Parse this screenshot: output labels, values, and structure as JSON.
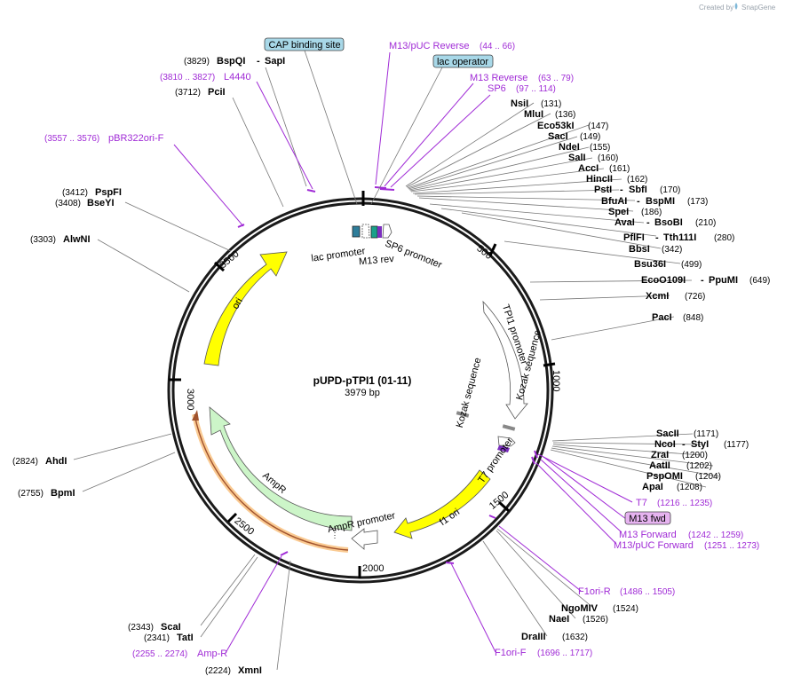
{
  "credit": {
    "created_by": "Created by",
    "brand": "SnapGene"
  },
  "plasmid": {
    "name": "pUPD-pTPI1 (01-11)",
    "size": "3979 bp"
  },
  "ticks": [
    "500",
    "1000",
    "1500",
    "2000",
    "2500",
    "3000",
    "3500"
  ],
  "boxed_labels": {
    "cap_binding_site": "CAP binding site",
    "lac_operator": "lac operator",
    "m13_fwd": "M13 fwd"
  },
  "features": {
    "lac_promoter": "lac promoter",
    "m13_rev": "M13 rev",
    "sp6_promoter": "SP6 promoter",
    "tpi1_promoter": "TPI1 promoter",
    "kozak_1": "Kozak sequence",
    "kozak_2": "Kozak sequence",
    "t7_promoter": "T7 promoter",
    "f1_ori": "f1 ori",
    "ampr_promoter": "AmpR promoter",
    "ampr": "AmpR",
    "ori": "ori"
  },
  "enzymes": [
    {
      "name": "BspQI",
      "name2": "SapI",
      "pos": "(3829)"
    },
    {
      "name": "PciI",
      "pos": "(3712)"
    },
    {
      "name": "PspFI",
      "pos": "(3412)"
    },
    {
      "name": "BseYI",
      "pos": "(3408)"
    },
    {
      "name": "AlwNI",
      "pos": "(3303)"
    },
    {
      "name": "AhdI",
      "pos": "(2824)"
    },
    {
      "name": "BpmI",
      "pos": "(2755)"
    },
    {
      "name": "ScaI",
      "pos": "(2343)"
    },
    {
      "name": "TatI",
      "pos": "(2341)"
    },
    {
      "name": "XmnI",
      "pos": "(2224)"
    },
    {
      "name": "NsiI",
      "pos": "(131)"
    },
    {
      "name": "MluI",
      "pos": "(136)"
    },
    {
      "name": "Eco53kI",
      "pos": "(147)"
    },
    {
      "name": "SacI",
      "pos": "(149)"
    },
    {
      "name": "NdeI",
      "pos": "(155)"
    },
    {
      "name": "SalI",
      "pos": "(160)"
    },
    {
      "name": "AccI",
      "pos": "(161)"
    },
    {
      "name": "HincII",
      "pos": "(162)"
    },
    {
      "name": "PstI",
      "name2": "SbfI",
      "pos": "(170)"
    },
    {
      "name": "BfuAI",
      "name2": "BspMI",
      "pos": "(173)"
    },
    {
      "name": "SpeI",
      "pos": "(186)"
    },
    {
      "name": "AvaI",
      "name2": "BsoBI",
      "pos": "(210)"
    },
    {
      "name": "PflFI",
      "name2": "Tth111I",
      "pos": "(280)"
    },
    {
      "name": "BbsI",
      "pos": "(342)"
    },
    {
      "name": "Bsu36I",
      "pos": "(499)"
    },
    {
      "name": "EcoO109I",
      "name2": "PpuMI",
      "pos": "(649)"
    },
    {
      "name": "XcmI",
      "pos": "(726)"
    },
    {
      "name": "PacI",
      "pos": "(848)"
    },
    {
      "name": "SacII",
      "pos": "(1171)"
    },
    {
      "name": "NcoI",
      "name2": "StyI",
      "pos": "(1177)"
    },
    {
      "name": "ZraI",
      "pos": "(1200)"
    },
    {
      "name": "AatII",
      "pos": "(1202)"
    },
    {
      "name": "PspOMI",
      "pos": "(1204)"
    },
    {
      "name": "ApaI",
      "pos": "(1208)"
    },
    {
      "name": "NgoMIV",
      "pos": "(1524)"
    },
    {
      "name": "NaeI",
      "pos": "(1526)"
    },
    {
      "name": "DraIII",
      "pos": "(1632)"
    }
  ],
  "primers": [
    {
      "name": "M13/pUC Reverse",
      "pos": "(44 .. 66)"
    },
    {
      "name": "M13 Reverse",
      "pos": "(63 .. 79)"
    },
    {
      "name": "SP6",
      "pos": "(97 .. 114)"
    },
    {
      "name": "L4440",
      "pos": "(3810 .. 3827)"
    },
    {
      "name": "pBR322ori-F",
      "pos": "(3557 .. 3576)"
    },
    {
      "name": "T7",
      "pos": "(1216 .. 1235)"
    },
    {
      "name": "M13 Forward",
      "pos": "(1242 .. 1259)"
    },
    {
      "name": "M13/pUC Forward",
      "pos": "(1251 .. 1273)"
    },
    {
      "name": "F1ori-R",
      "pos": "(1486 .. 1505)"
    },
    {
      "name": "F1ori-F",
      "pos": "(1696 .. 1717)"
    },
    {
      "name": "Amp-R",
      "pos": "(2255 .. 2274)"
    }
  ],
  "colors": {
    "backbone": "#1a1a1a",
    "primer": "#a02bd6",
    "ori": "#ffff00",
    "f1_ori": "#ffff00",
    "ampr": "#ccf5c8",
    "ampr_highlight": "#f6a64a",
    "promoter": "#ffffff",
    "boxed_label_bg": "#a8d8e8",
    "m13_fwd_bg": "#e6b3f0",
    "lac_operator_box": "#2e7d9a",
    "m13_rev_box": "#1aa08a",
    "sp6_box": "#7b2fbe"
  }
}
